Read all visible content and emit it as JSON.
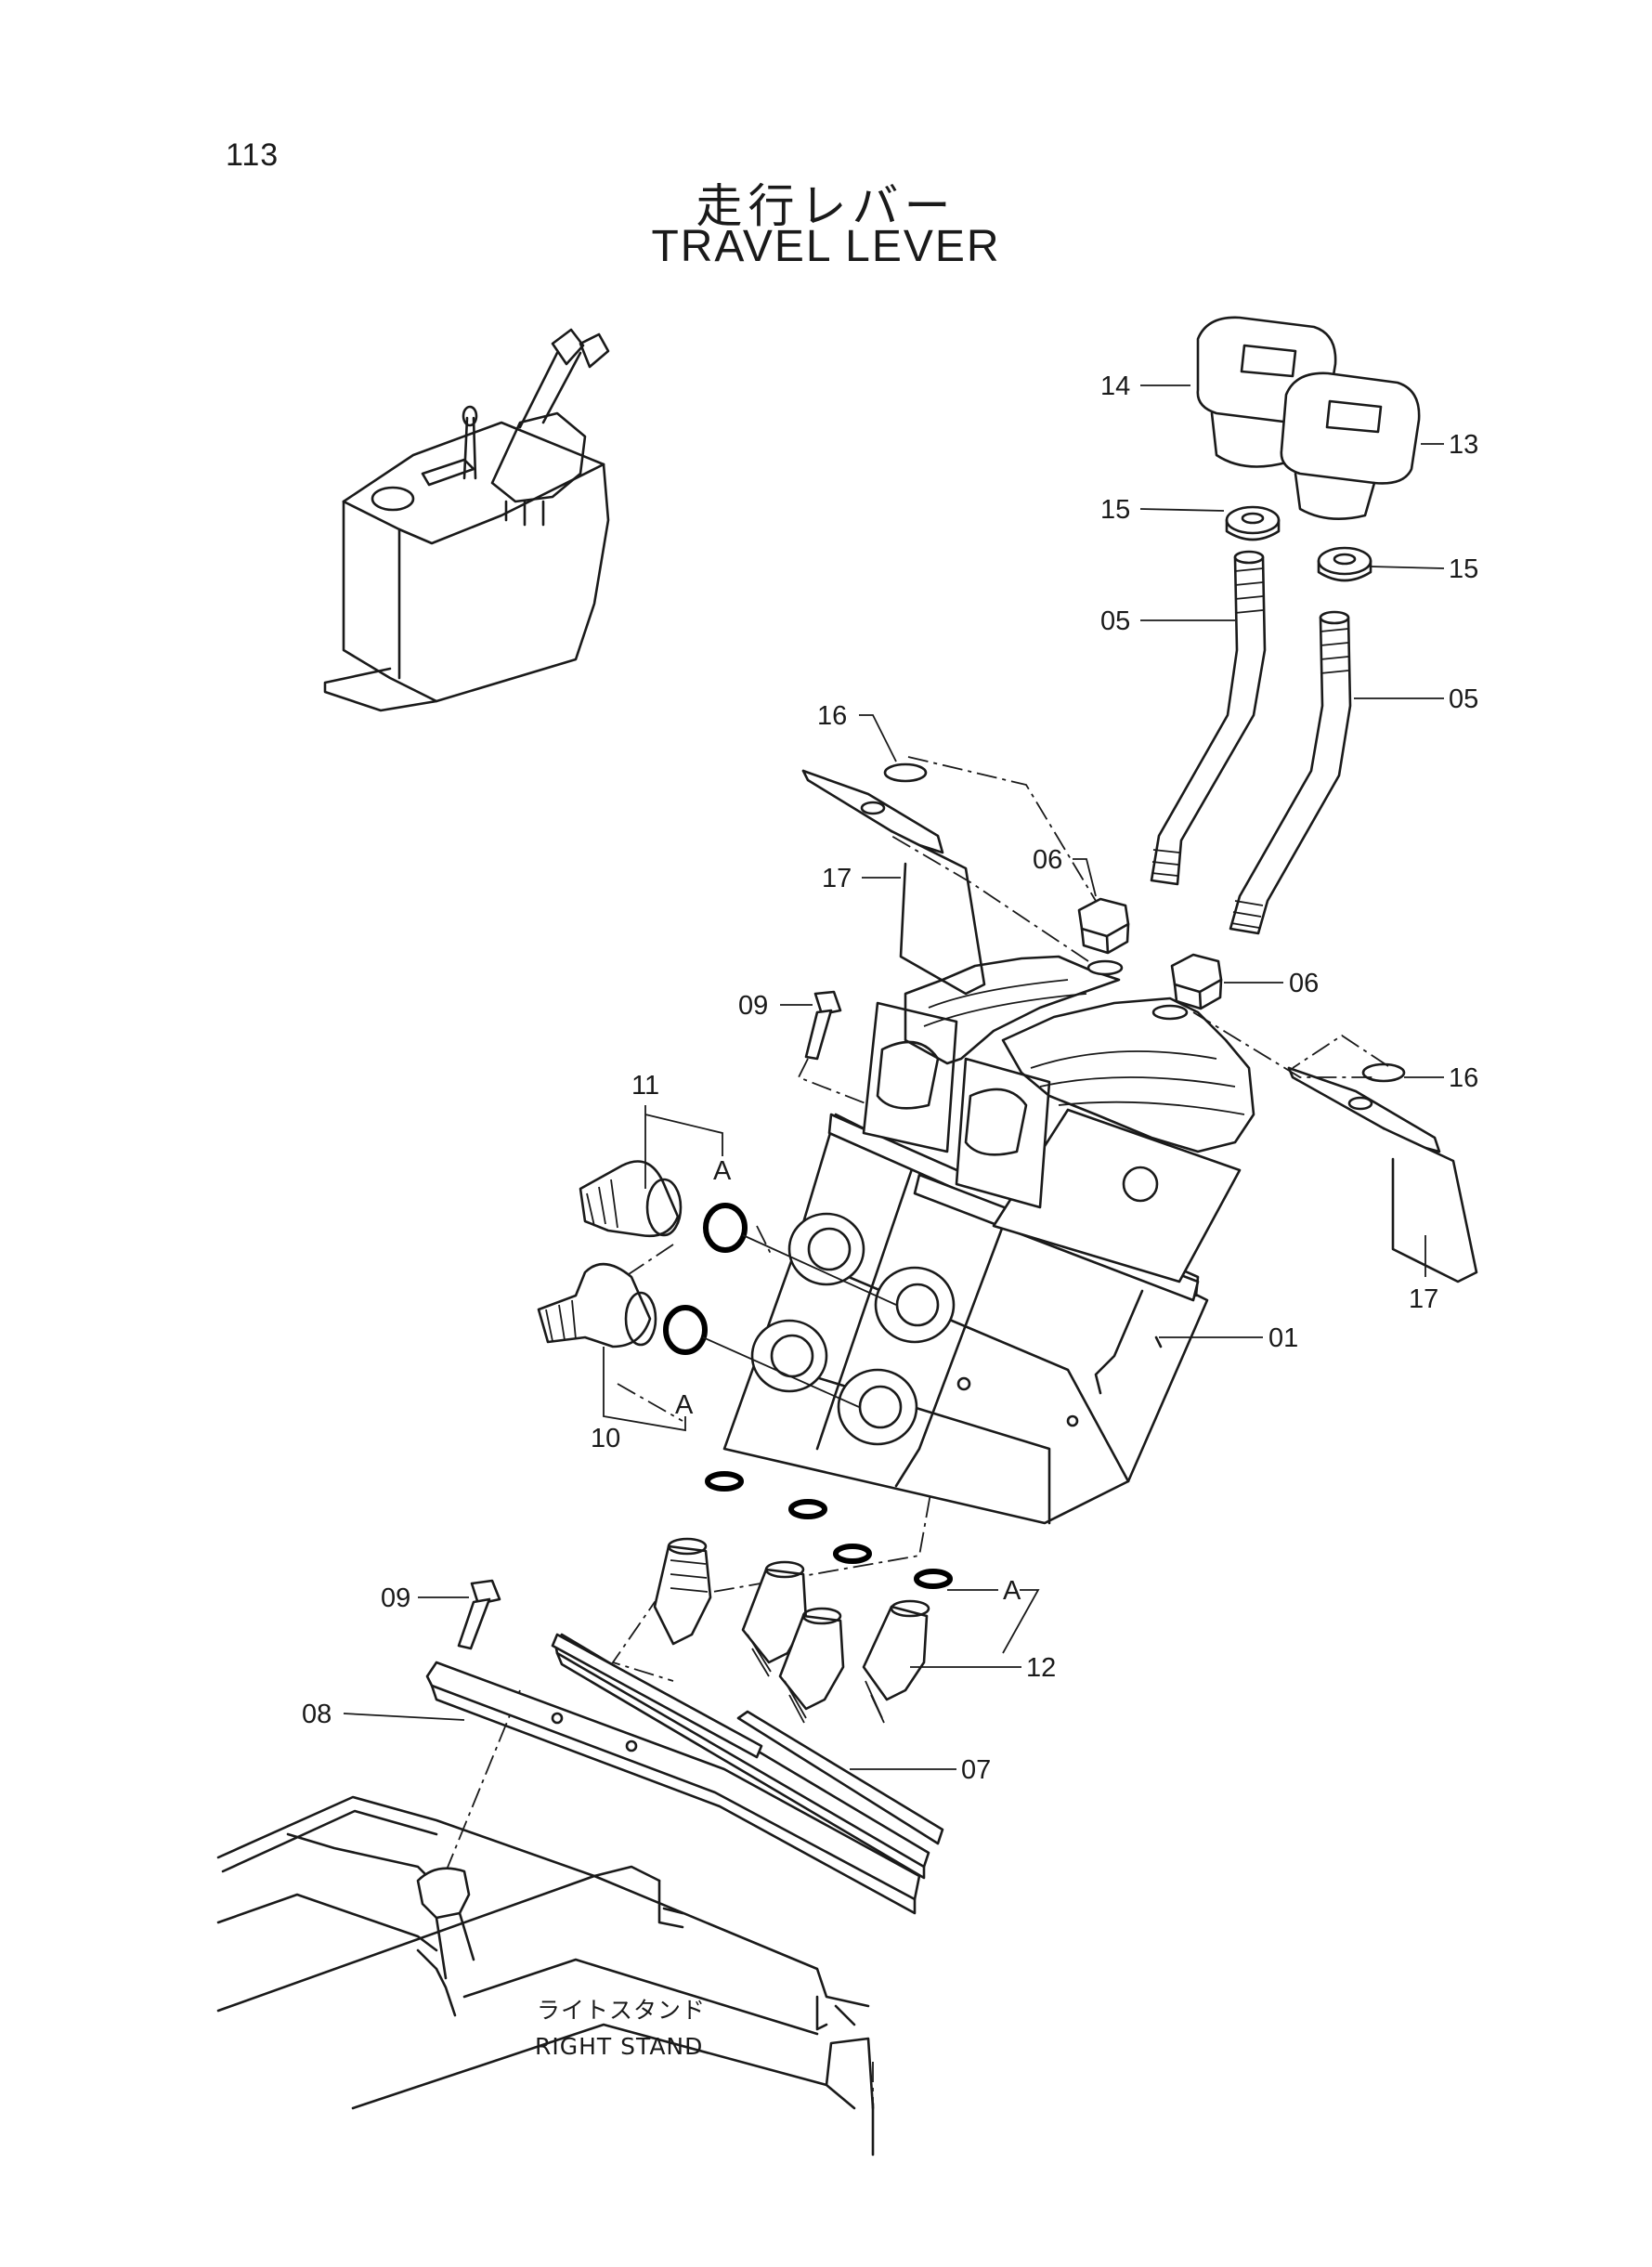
{
  "page_number": "113",
  "title_jp": "走行レバー",
  "title_en": "TRAVEL LEVER",
  "part_labels": {
    "p14": "14",
    "p13": "13",
    "p15a": "15",
    "p15b": "15",
    "p05a": "05",
    "p05b": "05",
    "p16a": "16",
    "p16b": "16",
    "p17a": "17",
    "p17b": "17",
    "p06a": "06",
    "p06b": "06",
    "p09a": "09",
    "p09b": "09",
    "p11": "11",
    "p10": "10",
    "p01": "01",
    "p12": "12",
    "p08": "08",
    "p07": "07",
    "a1": "A",
    "a2": "A",
    "a3": "A"
  },
  "stand_label_jp": "ライトスタンド",
  "stand_label_en": "RIGHT STAND"
}
